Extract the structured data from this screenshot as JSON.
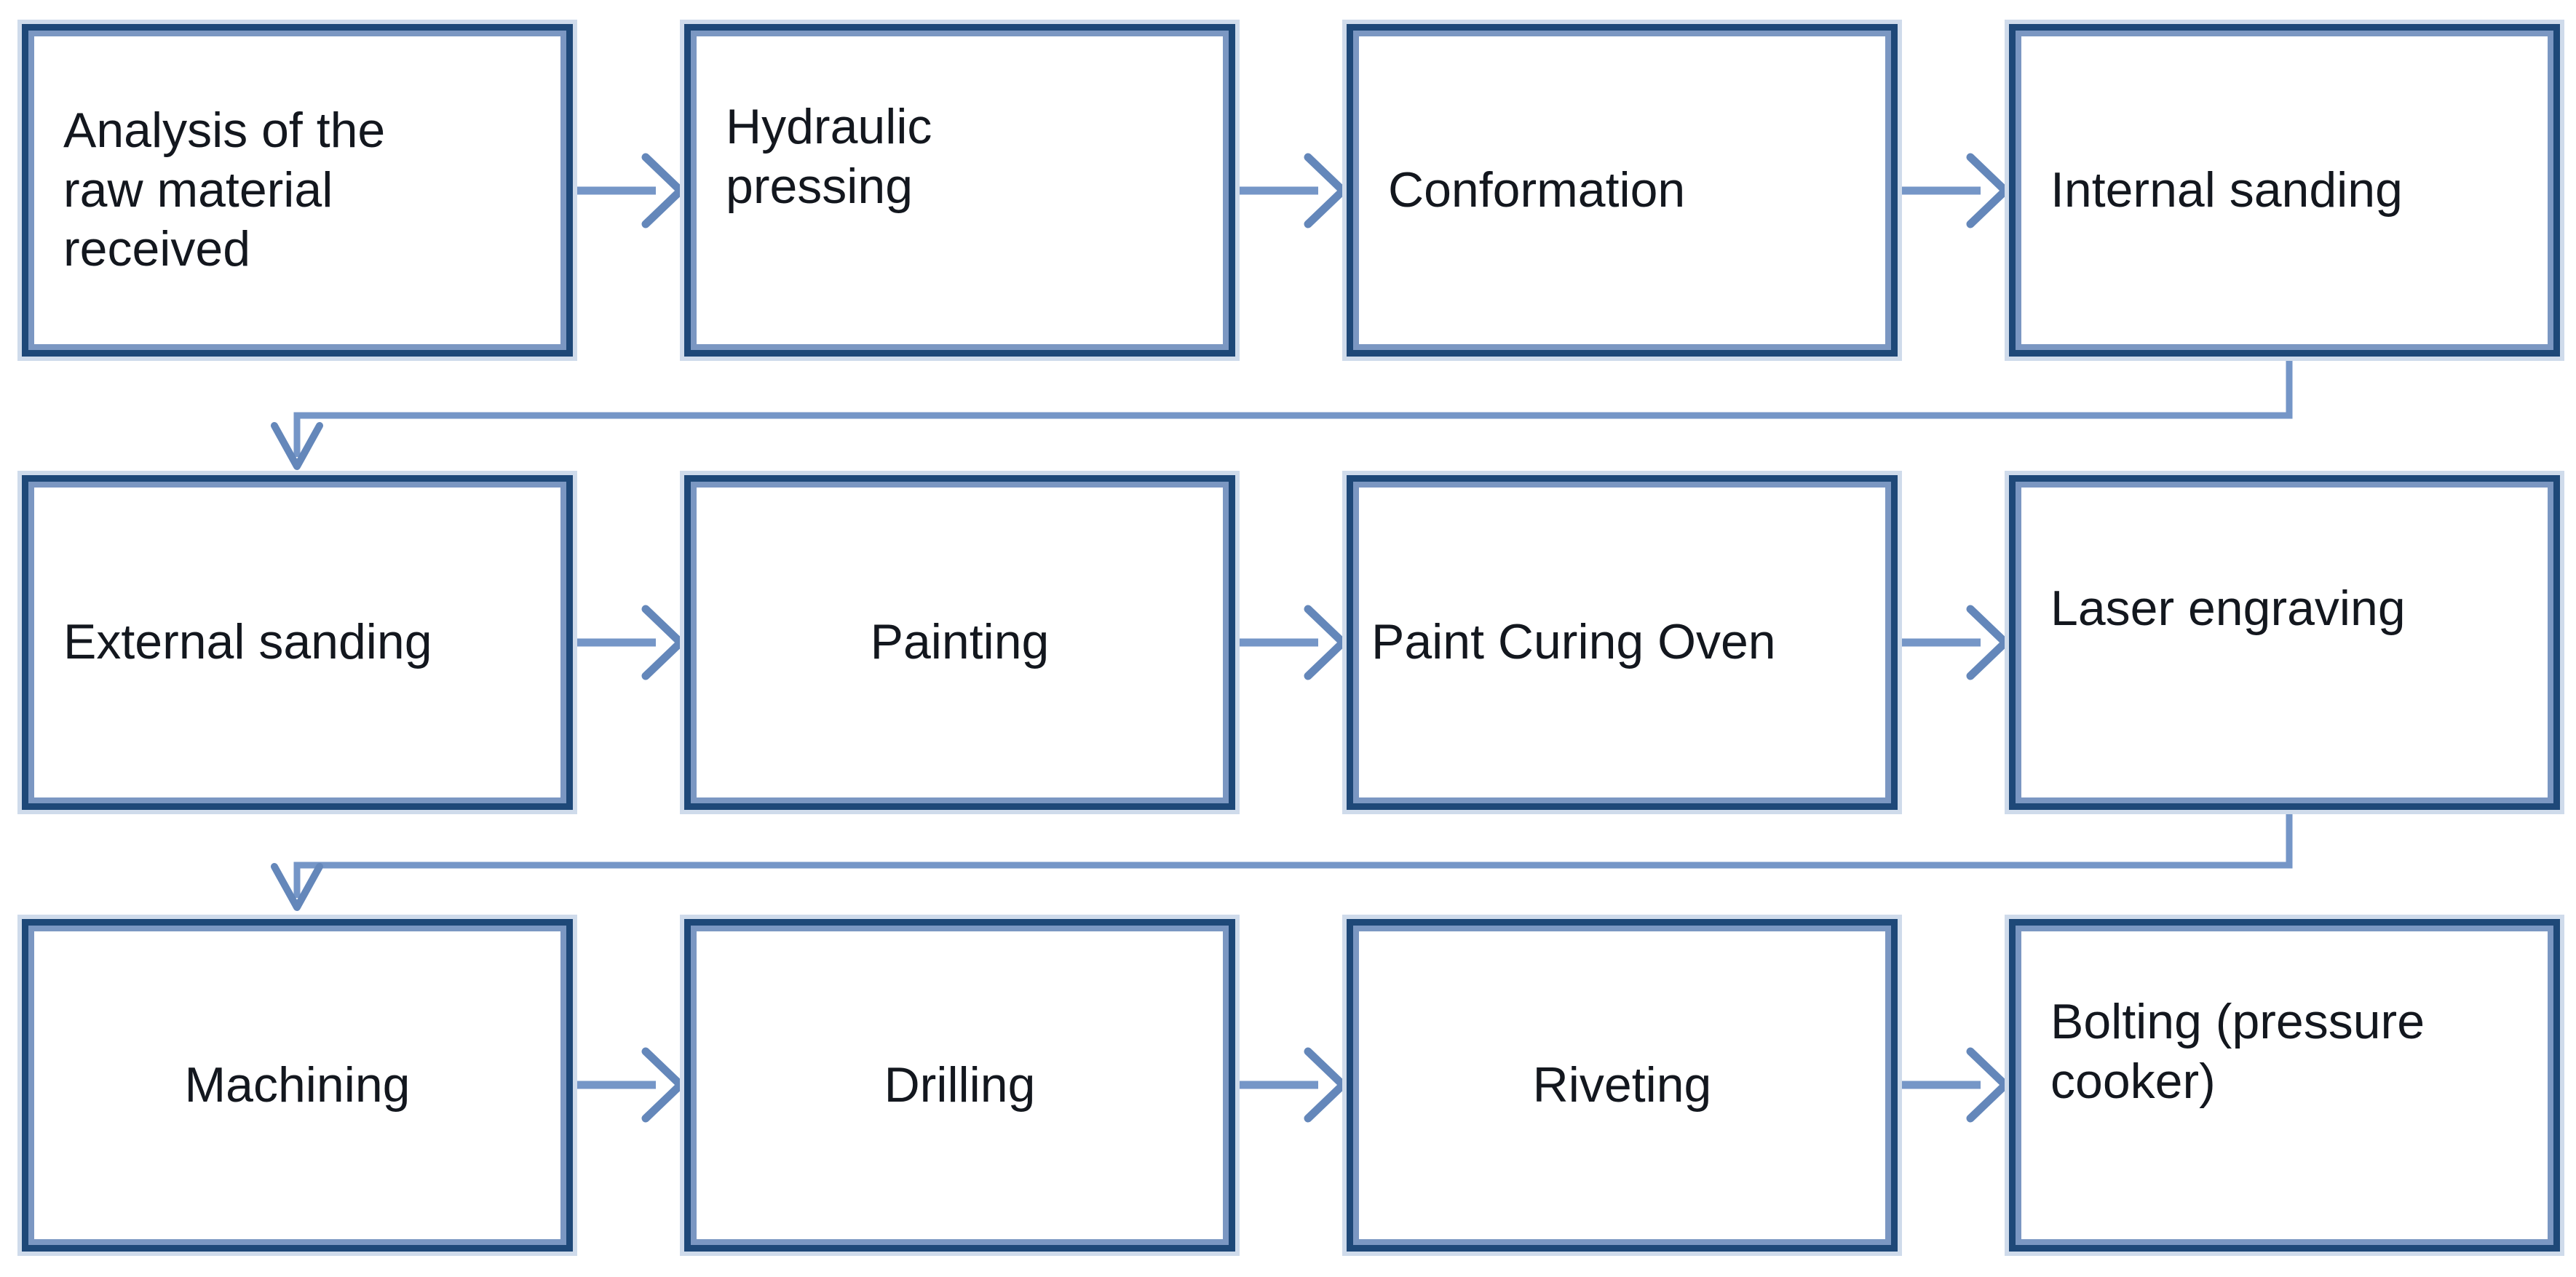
{
  "flowchart": {
    "rows": [
      {
        "nodes": [
          {
            "id": "analysis-raw-material",
            "label": "Analysis of the\nraw material\nreceived"
          },
          {
            "id": "hydraulic-pressing",
            "label": "Hydraulic\npressing"
          },
          {
            "id": "conformation",
            "label": "Conformation"
          },
          {
            "id": "internal-sanding",
            "label": "Internal sanding"
          }
        ]
      },
      {
        "nodes": [
          {
            "id": "external-sanding",
            "label": "External sanding"
          },
          {
            "id": "painting",
            "label": "Painting"
          },
          {
            "id": "paint-curing-oven",
            "label": "Paint Curing Oven"
          },
          {
            "id": "laser-engraving",
            "label": "Laser engraving"
          }
        ]
      },
      {
        "nodes": [
          {
            "id": "machining",
            "label": "Machining"
          },
          {
            "id": "drilling",
            "label": "Drilling"
          },
          {
            "id": "riveting",
            "label": "Riveting"
          },
          {
            "id": "bolting-pressure-cooker",
            "label": "Bolting (pressure\ncooker)"
          }
        ]
      }
    ],
    "connections": [
      {
        "from": "analysis-raw-material",
        "to": "hydraulic-pressing"
      },
      {
        "from": "hydraulic-pressing",
        "to": "conformation"
      },
      {
        "from": "conformation",
        "to": "internal-sanding"
      },
      {
        "from": "internal-sanding",
        "to": "external-sanding"
      },
      {
        "from": "external-sanding",
        "to": "painting"
      },
      {
        "from": "painting",
        "to": "paint-curing-oven"
      },
      {
        "from": "paint-curing-oven",
        "to": "laser-engraving"
      },
      {
        "from": "laser-engraving",
        "to": "machining"
      },
      {
        "from": "machining",
        "to": "drilling"
      },
      {
        "from": "drilling",
        "to": "riveting"
      },
      {
        "from": "riveting",
        "to": "bolting-pressure-cooker"
      }
    ],
    "colors": {
      "box_border": "#1e4878",
      "box_inner_ring": "#7b97c2",
      "box_outer_ring": "#cfdbeb",
      "connector_line": "#7596c7",
      "arrowhead": "#6487ba",
      "text": "#13171e",
      "background": "#ffffff"
    }
  }
}
